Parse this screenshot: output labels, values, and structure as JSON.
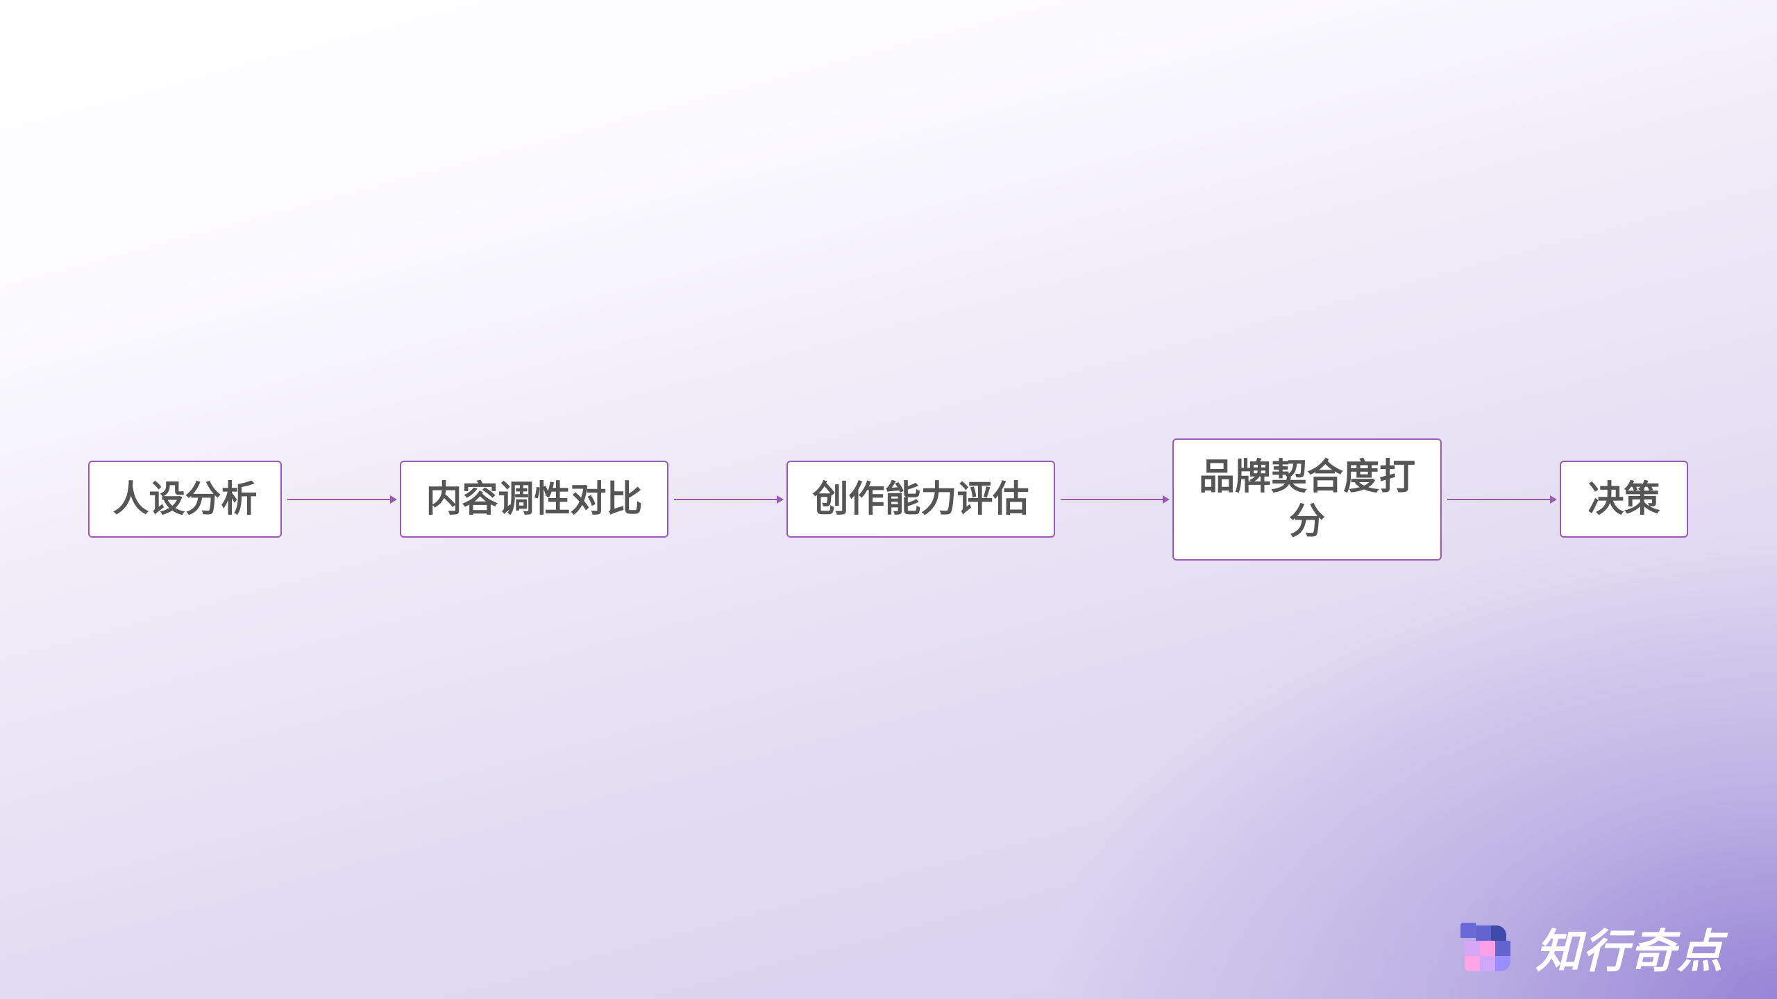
{
  "diagram": {
    "type": "flowchart",
    "direction": "left-to-right",
    "nodes": [
      {
        "id": "n1",
        "label": "人设分析"
      },
      {
        "id": "n2",
        "label": "内容调性对比"
      },
      {
        "id": "n3",
        "label": "创作能力评估"
      },
      {
        "id": "n4",
        "label": "品牌契合度打分"
      },
      {
        "id": "n5",
        "label": "决策"
      }
    ],
    "edges": [
      {
        "from": "n1",
        "to": "n2"
      },
      {
        "from": "n2",
        "to": "n3"
      },
      {
        "from": "n3",
        "to": "n4"
      },
      {
        "from": "n4",
        "to": "n5"
      }
    ],
    "colors": {
      "border": "#9b59b6",
      "arrow": "#9b59b6",
      "text": "#555555",
      "node_fill": "#ffffff"
    }
  },
  "brand": {
    "name": "知行奇点",
    "icon": "pixel-grid-logo-icon"
  }
}
